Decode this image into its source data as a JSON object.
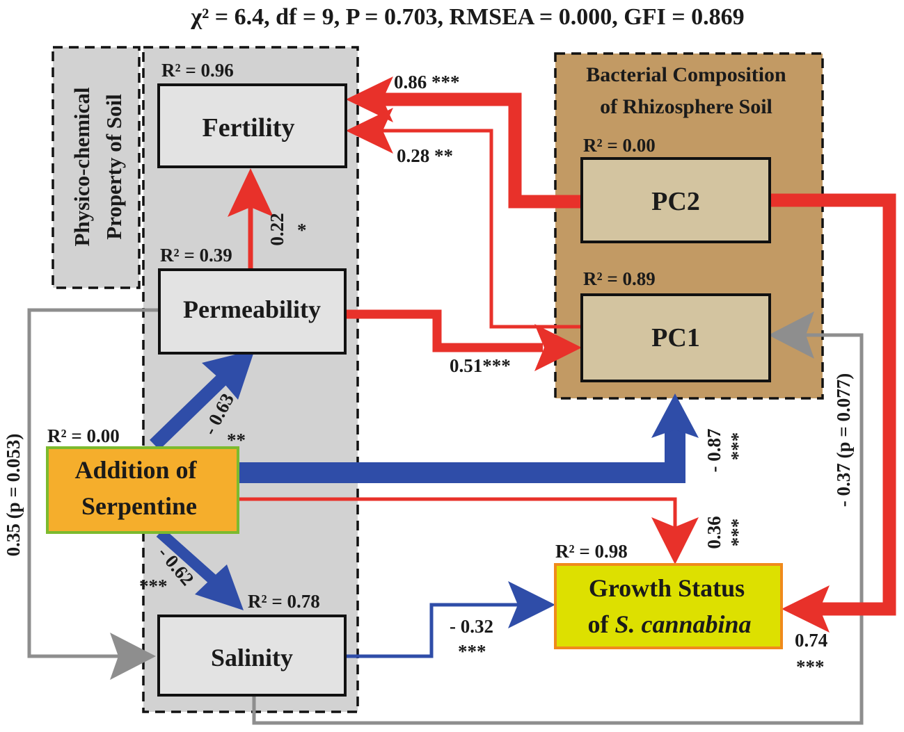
{
  "header": {
    "fit_stats": "χ² = 6.4, df = 9, P = 0.703, RMSEA = 0.000, GFI = 0.869"
  },
  "groups": {
    "soil_property_title_line1": "Physico-chemical",
    "soil_property_title_line2": "Property of Soil",
    "bacterial_title_line1": "Bacterial Composition",
    "bacterial_title_line2": "of Rhizosphere Soil"
  },
  "nodes": {
    "fertility": {
      "label": "Fertility",
      "r2": "R² = 0.96"
    },
    "permeability": {
      "label": "Permeability",
      "r2": "R² = 0.39"
    },
    "salinity": {
      "label": "Salinity",
      "r2": "R² = 0.78"
    },
    "serpentine": {
      "label_line1": "Addition of",
      "label_line2": "Serpentine",
      "r2": "R² = 0.00"
    },
    "pc2": {
      "label": "PC2",
      "r2": "R² = 0.00"
    },
    "pc1": {
      "label": "PC1",
      "r2": "R² = 0.89"
    },
    "growth": {
      "label_line1": "Growth Status",
      "label_line2_prefix": "of ",
      "label_line2_species": "S. cannabina",
      "r2": "R² = 0.98"
    }
  },
  "paths": {
    "pc2_fertility": "0.86 ***",
    "pc1_fertility": "0.28 **",
    "perm_fertility_value": "0.22",
    "perm_fertility_sig": "*",
    "perm_pc1": "0.51***",
    "serp_perm_value": "- 0.63",
    "serp_perm_sig": "**",
    "serp_salinity_value": "- 0.62",
    "serp_salinity_sig": "***",
    "serp_pc1_value": "- 0.87",
    "serp_pc1_sig": "***",
    "serp_growth_value": "0.36",
    "serp_growth_sig": "***",
    "salinity_growth_value": "- 0.32",
    "salinity_growth_sig": "***",
    "pc2_growth_value": "0.74",
    "pc2_growth_sig": "***",
    "salinity_pc1": "- 0.37 (p = 0.077)",
    "perm_salinity": "0.35 (p = 0.053)"
  },
  "colors": {
    "positive": "#e8312a",
    "negative": "#2f4da8",
    "nonsignificant": "#8e8e8e",
    "soil_group_fill": "#d2d2d2",
    "bacterial_group_fill": "#c29a64",
    "soil_node_fill": "#e3e3e3",
    "bacterial_node_fill": "#d3c4a0",
    "serpentine_fill": "#f5ae2c",
    "serpentine_border": "#7cba2e",
    "growth_fill": "#dde000",
    "growth_border": "#f08a1c"
  }
}
